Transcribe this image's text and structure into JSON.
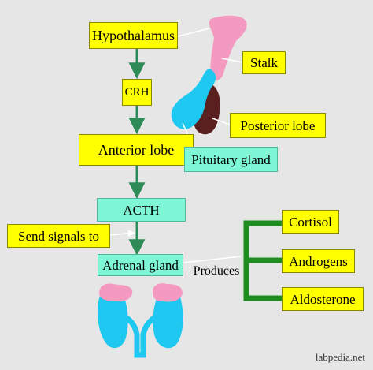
{
  "labels": {
    "hypothalamus": "Hypothalamus",
    "crh": "CRH",
    "stalk": "Stalk",
    "posterior_lobe": "Posterior lobe",
    "anterior_lobe": "Anterior lobe",
    "pituitary_gland": "Pituitary gland",
    "acth": "ACTH",
    "send_signals": "Send signals to",
    "adrenal_gland": "Adrenal gland",
    "produces": "Produces",
    "cortisol": "Cortisol",
    "androgens": "Androgens",
    "aldosterone": "Aldosterone"
  },
  "credit": "labpedia.net",
  "colors": {
    "background": "#e6e6e6",
    "label_box": "#ffff00",
    "mint_box": "#7ff7d7",
    "arrow_green": "#2e8b57",
    "bracket_green": "#1e8c1e",
    "hypothalamus_pink": "#f49ac1",
    "gland_blue": "#1ec8f0",
    "posterior_brown": "#5a2020",
    "pointer_line": "#ffffff"
  }
}
